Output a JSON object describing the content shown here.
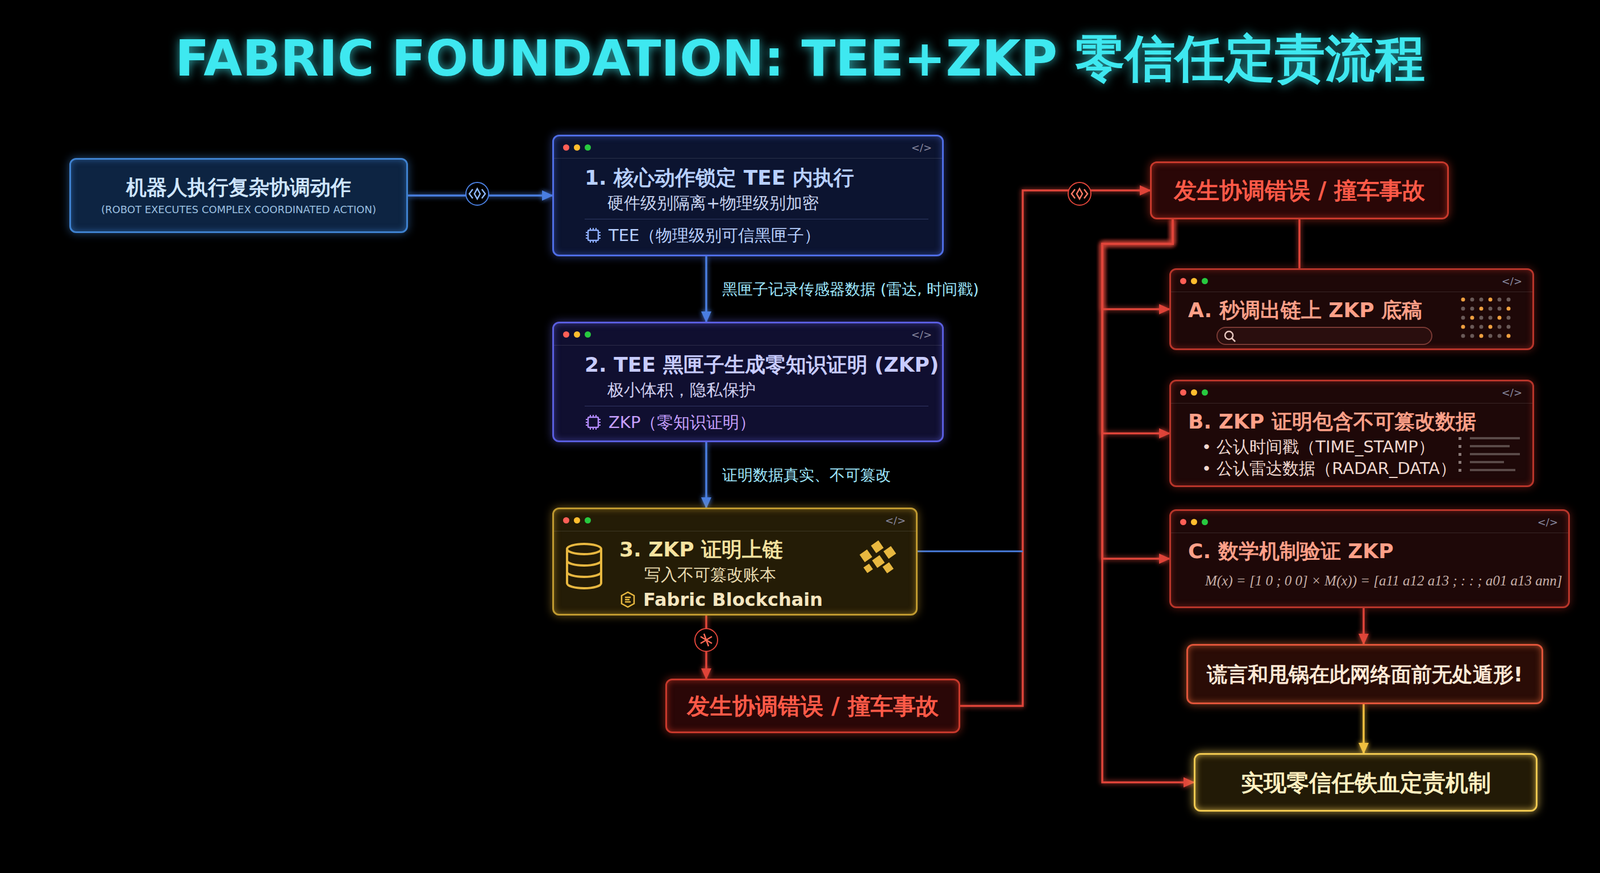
{
  "diagram": {
    "title": "FABRIC FOUNDATION: TEE+ZKP 零信任定责流程",
    "nodes": [
      {
        "text": [
          "机器人执行复杂协调动作",
          "(ROBOT EXECUTES COMPLEX COORDINATED ACTION)"
        ]
      },
      {
        "text": [
          "1. 核心动作锁定 TEE 内执行",
          "硬件级别隔离+物理级别加密",
          "TEE（物理级别可信黑匣子）"
        ]
      },
      {
        "text": [
          "2. TEE 黑匣子生成零知识证明 (ZKP)",
          "极小体积，隐私保护",
          "ZKP（零知识证明）"
        ]
      },
      {
        "text": [
          "3. ZKP 证明上链",
          "写入不可篡改账本",
          "Fabric Blockchain"
        ]
      },
      {
        "text": [
          "发生协调错误 / 撞车事故"
        ]
      },
      {
        "text": [
          "发生协调错误 / 撞车事故"
        ]
      },
      {
        "text": [
          "A. 秒调出链上 ZKP 底稿"
        ]
      },
      {
        "text": [
          "B. ZKP 证明包含不可篡改数据",
          "• 公认时间戳（TIME_STAMP）",
          "• 公认雷达数据（RADAR_DATA）"
        ]
      },
      {
        "text": [
          "C. 数学机制验证 ZKP",
          "M(x) = [1 0 ; 0 0] × M(x)) = [a11 a12 a13 ; : : ; a01 a13 ann]"
        ]
      },
      {
        "text": [
          "谎言和甩锅在此网络面前无处遁形!"
        ]
      },
      {
        "text": [
          "实现零信任铁血定责机制"
        ]
      }
    ],
    "edges": [
      {
        "from": 0,
        "to": 1,
        "arrow": "to"
      },
      {
        "from": 1,
        "to": 2,
        "arrow": "to",
        "label": "黑匣子记录传感器数据 (雷达, 时间戳)"
      },
      {
        "from": 2,
        "to": 3,
        "arrow": "to",
        "label": "证明数据真实、不可篡改"
      },
      {
        "from": 3,
        "to": 4,
        "arrow": "to"
      },
      {
        "from": 4,
        "to": 5,
        "arrow": "to"
      },
      {
        "from": 5,
        "to": 6,
        "arrow": "none"
      },
      {
        "from": 5,
        "to": 6,
        "arrow": "to"
      },
      {
        "from": 5,
        "to": 7,
        "arrow": "to"
      },
      {
        "from": 5,
        "to": 8,
        "arrow": "to"
      },
      {
        "from": 5,
        "to": 10,
        "arrow": "to"
      },
      {
        "from": 8,
        "to": 9,
        "arrow": "to"
      },
      {
        "from": 9,
        "to": 10,
        "arrow": "to"
      }
    ],
    "labels": [
      "</>",
      "</>",
      "</>",
      "</>",
      "</>",
      "</>"
    ]
  }
}
